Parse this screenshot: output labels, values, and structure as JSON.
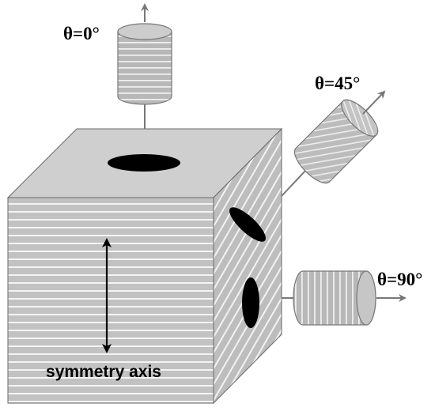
{
  "labels": {
    "theta0": "θ=0°",
    "theta45": "θ=45°",
    "theta90": "θ=90°",
    "axis": "symmetry axis"
  },
  "colors": {
    "cube_face": "#c4c4c4",
    "cube_top": "#d0d0d0",
    "stripe": "#f2f2f2",
    "outline": "#666666",
    "hole": "#000000",
    "arrow": "#777777"
  }
}
